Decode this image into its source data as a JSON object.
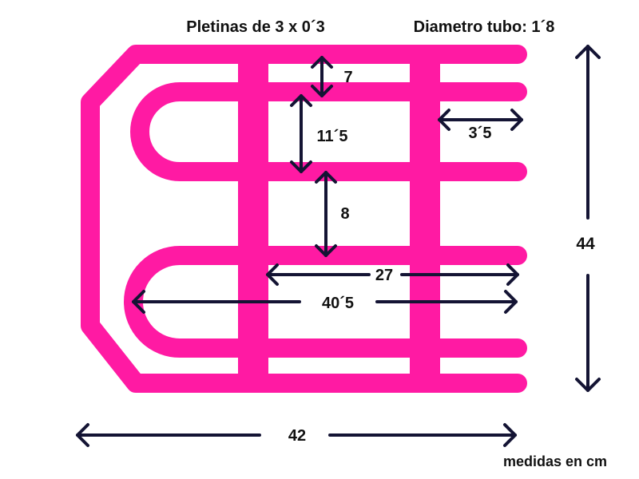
{
  "header": {
    "pletinas": "Pletinas de 3 x 0´3",
    "diametro": "Diametro tubo: 1´8"
  },
  "dimensions": {
    "d7": "7",
    "d11_5": "11´5",
    "d3_5": "3´5",
    "d8": "8",
    "d44": "44",
    "d27": "27",
    "d40_5": "40´5",
    "d42": "42"
  },
  "footer": {
    "units": "medidas en cm"
  },
  "colors": {
    "tube": "#ff1aa3",
    "arrow": "#141434",
    "background": "#ffffff"
  }
}
